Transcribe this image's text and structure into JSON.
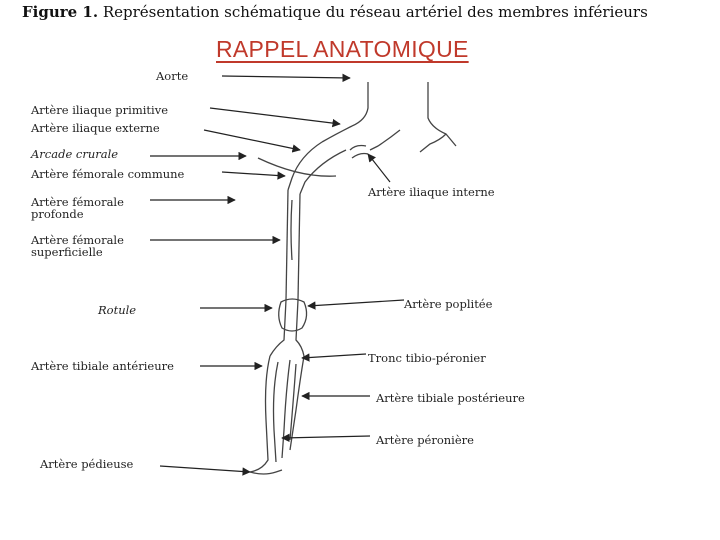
{
  "figure": {
    "number": "Figure 1.",
    "caption": "Représentation schématique du réseau artériel des membres inférieurs"
  },
  "slide_title": "RAPPEL ANATOMIQUE",
  "labels": {
    "aorte": "Aorte",
    "iliaque_primitive": "Artère iliaque primitive",
    "iliaque_externe": "Artère iliaque externe",
    "arcade_crurale": "Arcade crurale",
    "femorale_commune": "Artère fémorale commune",
    "femorale_profonde": "Artère fémorale profonde",
    "femorale_superficielle": "Artère fémorale superficielle",
    "rotule": "Rotule",
    "tibiale_anterieure": "Artère tibiale antérieure",
    "pedieuse": "Artère pédieuse",
    "iliaque_interne": "Artère iliaque interne",
    "poplitee": "Artère poplitée",
    "tronc_tibio_peronier": "Tronc tibio-péronier",
    "tibiale_posterieure": "Artère tibiale postérieure",
    "peroniere": "Artère péronière"
  },
  "colors": {
    "title": "#c0392b",
    "lines": "#333333"
  }
}
